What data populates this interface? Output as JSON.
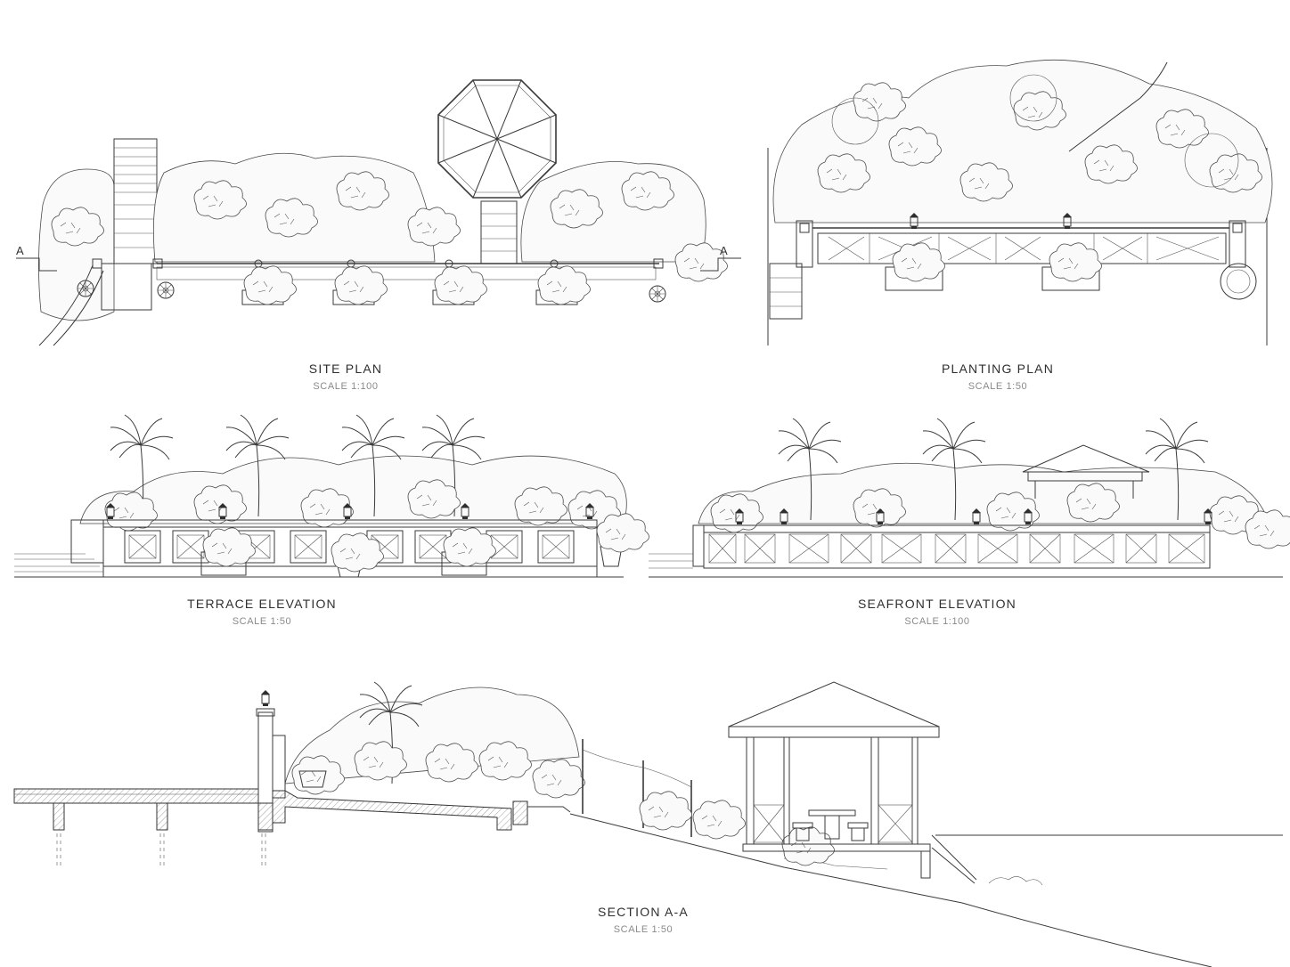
{
  "drawings": [
    {
      "title": "SITE PLAN",
      "scale": "SCALE 1:100"
    },
    {
      "title": "PLANTING PLAN",
      "scale": "SCALE 1:50"
    },
    {
      "title": "TERRACE ELEVATION",
      "scale": "SCALE 1:50"
    },
    {
      "title": "SEAFRONT ELEVATION",
      "scale": "SCALE 1:100"
    },
    {
      "title": "SECTION A-A",
      "scale": "SCALE 1:50"
    }
  ],
  "section_marker": "A"
}
